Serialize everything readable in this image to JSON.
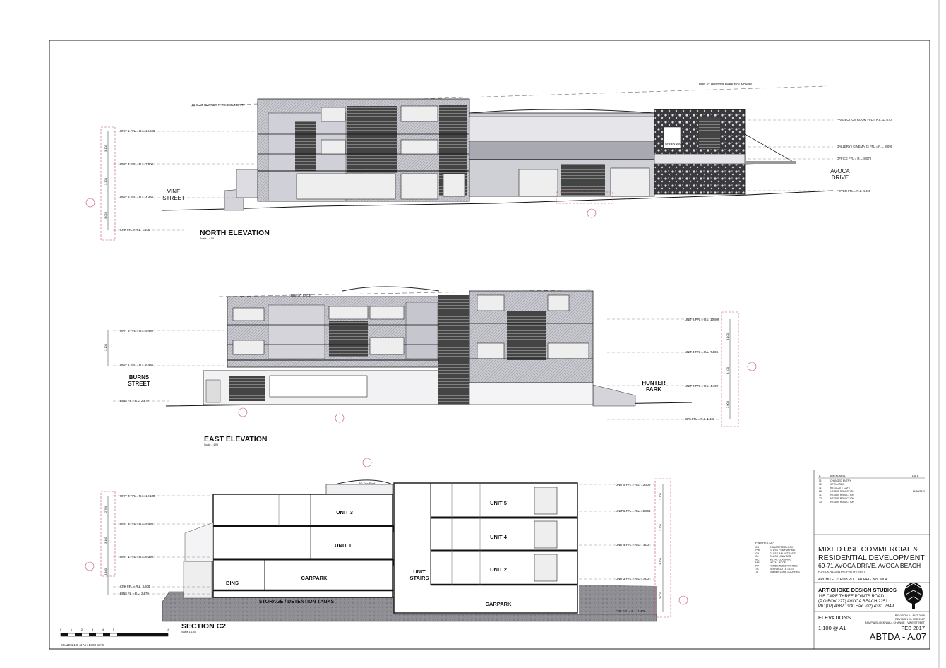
{
  "north": {
    "title": "NORTH ELEVATION",
    "scale": "Scale 1:100",
    "left_street": [
      "VINE",
      "STREET"
    ],
    "right_street": [
      "AVOCA",
      "DRIVE"
    ],
    "levels_left": [
      "UNIT 5 FFL = R.L. 10.600",
      "UNIT 4 FFL = R.L. 7.500",
      "UNIT 2 FFL = R.L. 4.450",
      "CPK FFL = R.L. 1.400"
    ],
    "dims_left": [
      "3.100",
      "3.100",
      "3.050"
    ],
    "levels_right": [
      "PROJECTION ROOM FFL = R.L. 11.670",
      "GALLERY / CINEMA 03 FFL = R.L. 8.090",
      "OFFICE FFL = R.L. 8.070",
      "FOYER FFL = R.L. 4.950"
    ],
    "boundary_top": "BHE AT HUNTER PARK BOUNDARY",
    "boundary_left": "BHE AT HUNTER PARK BOUNDARY",
    "green_wall": "GREEN WALL"
  },
  "east": {
    "title": "EAST ELEVATION",
    "scale": "Scale 1:100",
    "left_street": [
      "BURNS",
      "STREET"
    ],
    "right_street": [
      "HUNTER",
      "PARK"
    ],
    "levels_left": [
      "UNIT 3 FFL = R.L. 9.480",
      "UNIT 1 FFL = R.L. 6.380",
      "BINS FL = R.L. 2.870"
    ],
    "dims_left": [
      "3.100"
    ],
    "levels_right": [
      "UNIT 5 FFL = R.L. 10.600",
      "UNIT 4 FFL = R.L. 7.500",
      "UNIT 2 FFL = R.L. 4.400",
      "CPK FFL = R.L. 1.400"
    ],
    "dims_right": [
      "3.100",
      "3.100",
      "3.000"
    ],
    "bhe": "BHE AT FACE"
  },
  "section": {
    "title": "SECTION C2",
    "scale": "Scale 1:100",
    "rooms": [
      "UNIT 3",
      "UNIT 1",
      "CARPARK",
      "BINS",
      "UNIT",
      "STAIRS",
      "UNIT 5",
      "UNIT 4",
      "UNIT 2",
      "CARPARK"
    ],
    "tanks": "STORAGE / DETENTION TANKS",
    "levels_left": [
      "UNIT 3 FFL = R.L. 12.180",
      "UNIT 3 FFL = R.L. 9.480",
      "UNIT 1 FFL = R.L. 6.380",
      "CPK FFL = R.L. 3.600",
      "BINS FL = R.L. 2.870"
    ],
    "dims_left": [
      "2.700",
      "3.100",
      "3.100"
    ],
    "levels_right": [
      "UNIT 5 FFL = R.L. 13.300",
      "UNIT 5 FFL = R.L. 10.600",
      "UNIT 4 FFL = R.L. 7.500",
      "UNIT 2 FFL = R.L. 4.400",
      "CPK FFL = R.L. 1.400"
    ],
    "dims_right": [
      "2.700",
      "3.100",
      "3.100",
      "3.000"
    ],
    "roof": "TO Dec Roof"
  },
  "scalebar": {
    "ticks": [
      "0",
      "1",
      "2",
      "3",
      "4",
      "5",
      "10"
    ],
    "note": "SCALE 1:100 at A1 / 1:200 at A3"
  },
  "amendments": {
    "header_left": "A",
    "header_mid": "AMENDMENT",
    "header_right": "DATE",
    "rows": [
      [
        "01",
        "CHANGED ENTRY",
        ""
      ],
      [
        "02",
        "OPEN AREA",
        ""
      ],
      [
        "11",
        "RELOCATE CAFE",
        ""
      ],
      [
        "28",
        "HEIGHT REDUCTION",
        "21/08/2019"
      ],
      [
        "31",
        "HEIGHT REDUCTION",
        ""
      ],
      [
        "32",
        "HEIGHT REDUCTION",
        ""
      ],
      [
        "33",
        "HEIGHT REDUCTION",
        ""
      ]
    ]
  },
  "finishes": {
    "title": "FINISHES KEY",
    "items": [
      [
        "CB",
        "CONCRETE BLOCK"
      ],
      [
        "CW",
        "GLASS CURTAIN WALL"
      ],
      [
        "GB",
        "GLASS BALUSTRADE"
      ],
      [
        "GL",
        "GLASS LOUVRES"
      ],
      [
        "MC",
        "METAL CLADDING"
      ],
      [
        "MR",
        "METAL ROOF"
      ],
      [
        "RP",
        "RENDERED & PAINTED"
      ],
      [
        "TC",
        "TERRACOTTA TILES"
      ],
      [
        "TL",
        "TIMBER LOOK LOUVRES"
      ]
    ]
  },
  "title_block": {
    "project": [
      "MIXED USE COMMERCIAL &",
      "RESIDENTIAL DEVELOPMENT",
      "69-71 AVOCA DRIVE, AVOCA BEACH"
    ],
    "client": "FOR: LA PALOMA PROPERTY TRUST",
    "architect": "ARCHITECT:   ROB PULLAR REG. No. 5004",
    "firm": "ARTICHOKE DESIGN STUDIOS",
    "address": [
      "195 CAPE THREE POINTS ROAD",
      "(P.O.BOX 227) AVOCA BEACH 2251",
      "Ph: (02) 4382 1930 Fax: (02) 4381 2849"
    ],
    "drawing": "ELEVATIONS",
    "revisions": [
      "REVISION A - AUG 2016",
      "REVISION B - FEB 2017",
      "RAMP & BLOCK WALL CHANGE - VINE STREET"
    ],
    "scale": "1:100 @ A1",
    "date": "FEB 2017",
    "number": "ABTDA - A.07"
  },
  "colors": {
    "ink": "#111111",
    "wall": "#b9b9c2",
    "dark": "#2e2e33",
    "ground": "#9a9aa0",
    "callout": "#c0506a"
  }
}
